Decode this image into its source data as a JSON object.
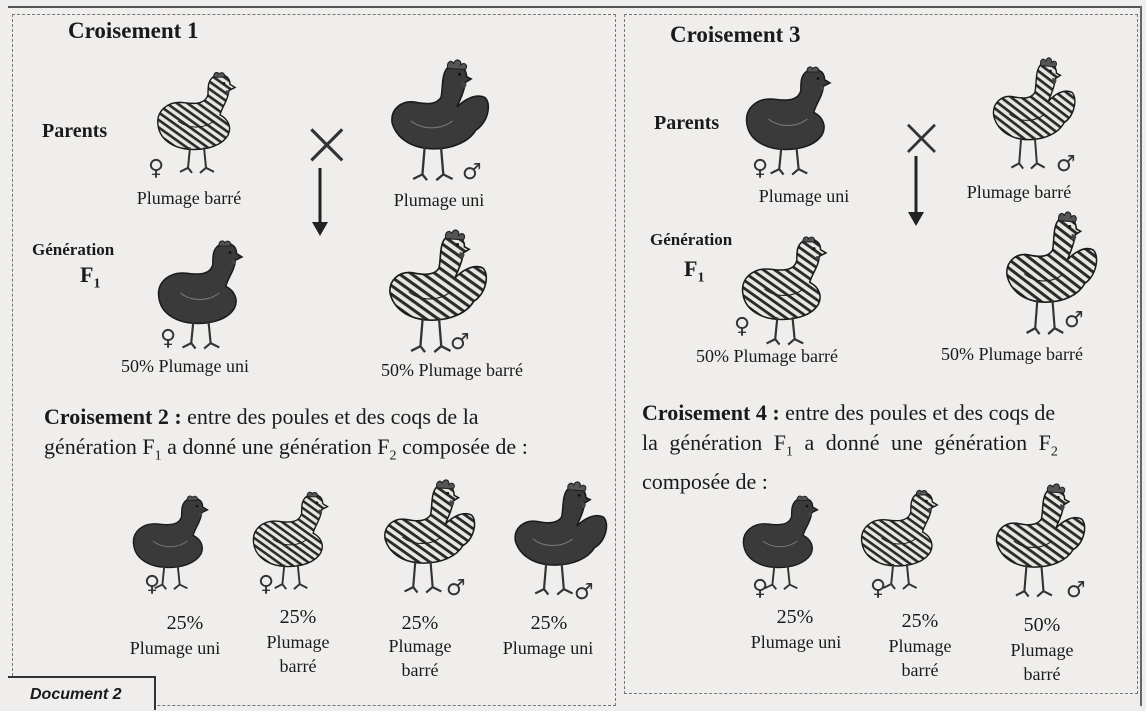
{
  "document_label": "Document 2",
  "cross1": {
    "title": "Croisement 1",
    "parents_label": "Parents",
    "female_parent": {
      "sex": "♀",
      "label": "Plumage barré",
      "plumage": "barred"
    },
    "male_parent": {
      "sex": "♂",
      "label": "Plumage uni",
      "plumage": "plain"
    },
    "cross_symbol": "×",
    "generation_label": "Génération",
    "generation_name": "F",
    "generation_sub": "1",
    "f1_female": {
      "sex": "♀",
      "label": "50% Plumage uni",
      "plumage": "plain"
    },
    "f1_male": {
      "sex": "♂",
      "label": "50% Plumage barré",
      "plumage": "barred"
    }
  },
  "cross2": {
    "title": "Croisement 2 :",
    "text_line1": " entre des poules et des coqs de la",
    "text_line2_a": "génération F",
    "text_line2_sub1": "1",
    "text_line2_b": " a donné une génération F",
    "text_line2_sub2": "2",
    "text_line2_c": " composée de :",
    "results": [
      {
        "sex": "♀",
        "percent": "25%",
        "label1": "Plumage uni",
        "label2": "",
        "plumage": "plain"
      },
      {
        "sex": "♀",
        "percent": "25%",
        "label1": "Plumage",
        "label2": "barré",
        "plumage": "barred"
      },
      {
        "sex": "♂",
        "percent": "25%",
        "label1": "Plumage",
        "label2": "barré",
        "plumage": "barred"
      },
      {
        "sex": "♂",
        "percent": "25%",
        "label1": "Plumage uni",
        "label2": "",
        "plumage": "plain"
      }
    ]
  },
  "cross3": {
    "title": "Croisement 3",
    "parents_label": "Parents",
    "female_parent": {
      "sex": "♀",
      "label": "Plumage uni",
      "plumage": "plain"
    },
    "male_parent": {
      "sex": "♂",
      "label": "Plumage barré",
      "plumage": "barred"
    },
    "cross_symbol": "×",
    "generation_label": "Génération",
    "generation_name": "F",
    "generation_sub": "1",
    "f1_female": {
      "sex": "♀",
      "label": "50% Plumage barré",
      "plumage": "barred"
    },
    "f1_male": {
      "sex": "♂",
      "label": "50% Plumage barré",
      "plumage": "barred"
    }
  },
  "cross4": {
    "title": "Croisement 4 :",
    "text_line1": " entre des poules et des coqs de",
    "text_line2_a": "la génération F",
    "text_line2_sub1": "1",
    "text_line2_b": " a donné une génération F",
    "text_line2_sub2": "2",
    "text_line3": "composée de :",
    "results": [
      {
        "sex": "♀",
        "percent": "25%",
        "label1": "Plumage uni",
        "label2": "",
        "plumage": "plain"
      },
      {
        "sex": "♀",
        "percent": "25%",
        "label1": "Plumage",
        "label2": "barré",
        "plumage": "barred"
      },
      {
        "sex": "♂",
        "percent": "50%",
        "label1": "Plumage",
        "label2": "barré",
        "plumage": "barred"
      }
    ]
  }
}
